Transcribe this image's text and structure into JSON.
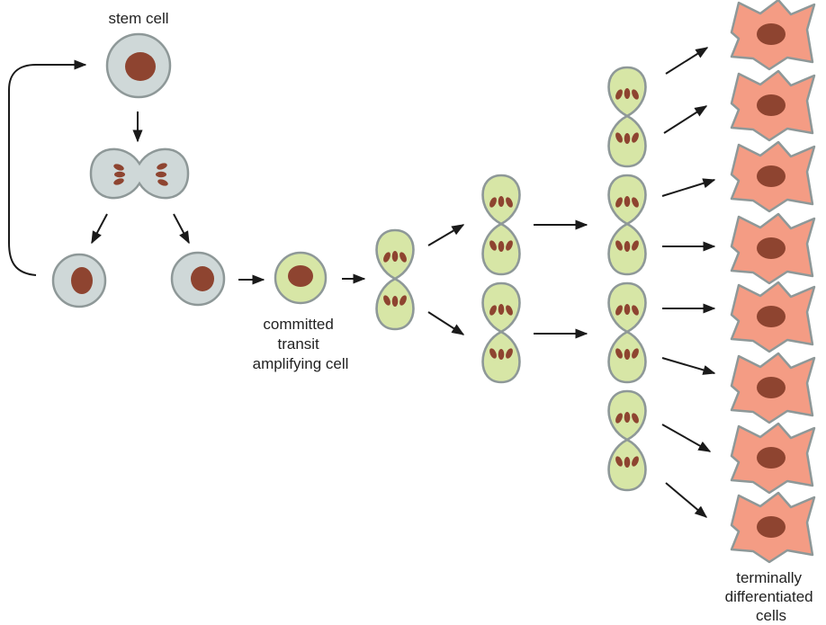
{
  "labels": {
    "stem_cell": "stem cell",
    "transit_line1": "committed",
    "transit_line2": "transit",
    "transit_line3": "amplifying cell",
    "terminal_line1": "terminally",
    "terminal_line2": "differentiated",
    "terminal_line3": "cells"
  },
  "colors": {
    "stem_cytoplasm": "#cfd8d8",
    "transit_cytoplasm": "#d7e6a6",
    "differentiated_cytoplasm": "#f49c84",
    "nucleus": "#8e4430",
    "outline": "#8e9898",
    "arrow": "#1a1a1a"
  }
}
